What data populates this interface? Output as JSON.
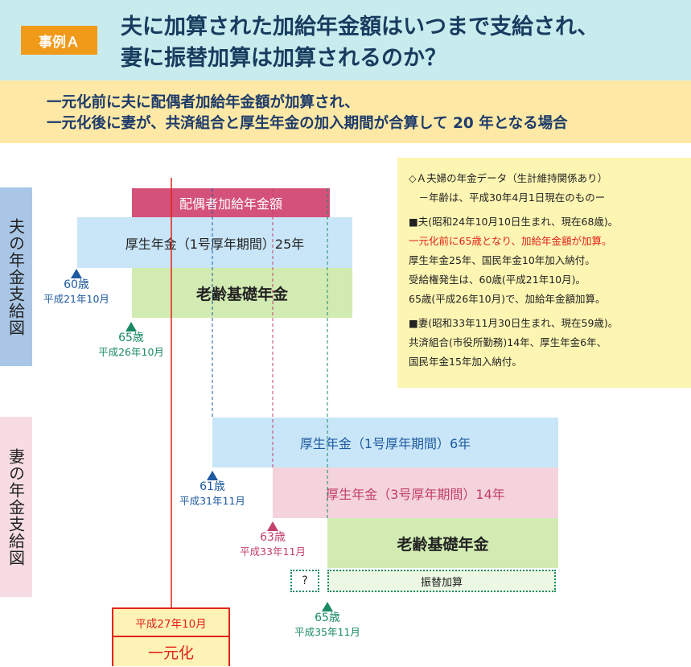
{
  "header": {
    "case_badge": "事例Ａ",
    "title_line1": "夫に加算された加給年金額はいつまで支給され、",
    "title_line2": "妻に振替加算は加算されるのか？"
  },
  "subheader": {
    "line1": "一元化前に夫に配偶者加給年金額が加算され、",
    "line2": "一元化後に妻が、共済組合と厚生年金の加入期間が合算して 20 年となる場合"
  },
  "husband": {
    "side_label": "夫の年金支給図",
    "bar_kagyu": "配偶者加給年金額",
    "bar_kosei": "厚生年金（1号厚年期間）25年",
    "bar_kiso": "老齢基礎年金",
    "marker_60_age": "60歳",
    "marker_60_date": "平成21年10月",
    "marker_65_age": "65歳",
    "marker_65_date": "平成26年10月"
  },
  "wife": {
    "side_label": "妻の年金支給図",
    "bar_kosei1": "厚生年金（1号厚年期間）6年",
    "bar_kosei3": "厚生年金（3号厚年期間）14年",
    "bar_kiso": "老齢基礎年金",
    "bar_furikae": "振替加算",
    "question": "?",
    "marker_61_age": "61歳",
    "marker_61_date": "平成31年11月",
    "marker_63_age": "63歳",
    "marker_63_date": "平成33年11月",
    "marker_65_age": "65歳",
    "marker_65_date": "平成35年11月"
  },
  "unification": {
    "date": "平成27年10月",
    "label": "一元化"
  },
  "info_box": {
    "lines": [
      "◇Ａ夫婦の年金データ（生計維持関係あり）",
      "　－年齢は、平成30年4月1日現在のものー",
      "■夫(昭和24年10月10日生まれ、現在68歳)。",
      "一元化前に65歳となり、加給年金額が加算。",
      "厚生年金25年、国民年金10年加入納付。",
      "受給権発生は、60歳(平成21年10月)。",
      "65歳(平成26年10月)で、加給年金額加算。",
      "■妻(昭和33年11月30日生まれ、現在59歳)。",
      "共済組合(市役所勤務)14年、厚生年金6年、",
      "国民年金15年加入納付。"
    ],
    "highlight_color": "#e2231a"
  },
  "colors": {
    "header_bg": "#c8ebee",
    "badge": "#f19a1a",
    "subheader_bg": "#fde8a5",
    "kagyu": "#d4517a",
    "kosei_blue": "#c9e6f8",
    "kiso_green": "#d2ebb2",
    "kosei3_pink": "#f4d3dc",
    "unification_red": "#e2231a"
  }
}
